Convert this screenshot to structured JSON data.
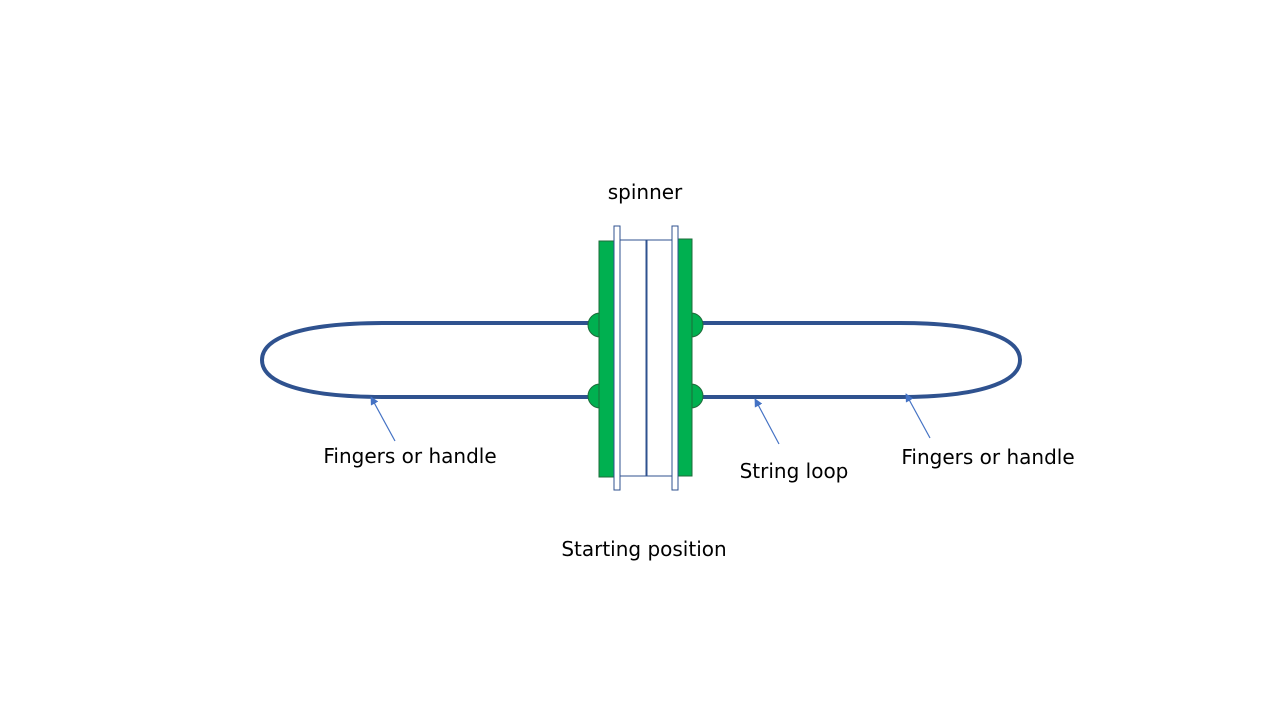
{
  "labels": {
    "spinner": "spinner",
    "fingers_left": "Fingers or handle",
    "string_loop": "String loop",
    "fingers_right": "Fingers or handle",
    "caption": "Starting position"
  },
  "colors": {
    "string": "#2f528f",
    "disc": "#00b050",
    "disc_border": "#1e6b3a",
    "axle_border": "#2f528f",
    "arrow": "#4472c4",
    "background": "#ffffff"
  }
}
